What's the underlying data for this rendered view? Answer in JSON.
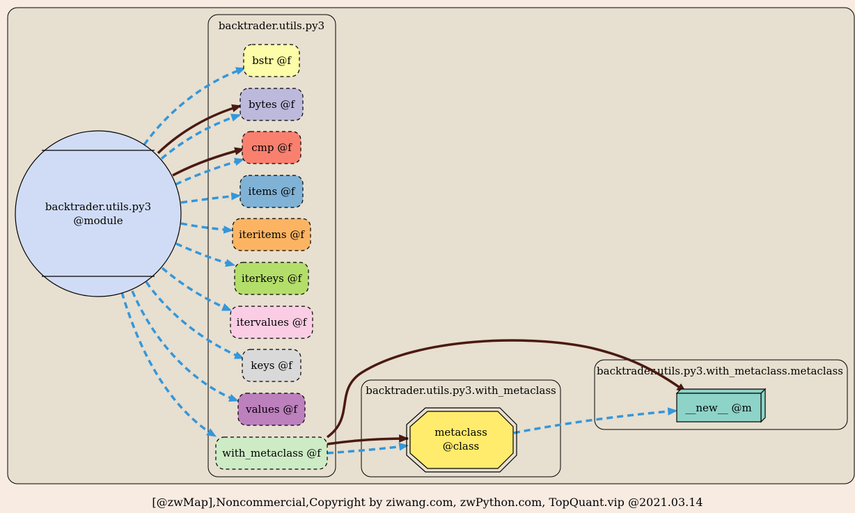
{
  "clusters": {
    "module_cluster": {
      "label": "backtrader.utils.py3"
    },
    "with_metaclass_cluster": {
      "label": "backtrader.utils.py3.with_metaclass"
    },
    "metaclass_cluster": {
      "label": "backtrader.utils.py3.with_metaclass.metaclass"
    }
  },
  "module_node": {
    "line1": "backtrader.utils.py3",
    "line2": "@module",
    "fill": "#d0dcf6"
  },
  "functions": [
    {
      "key": "bstr",
      "label": "bstr @f",
      "fill": "#fdfca8"
    },
    {
      "key": "bytes",
      "label": "bytes @f",
      "fill": "#bcb9dc"
    },
    {
      "key": "cmp",
      "label": "cmp @f",
      "fill": "#f9806f"
    },
    {
      "key": "items",
      "label": "items @f",
      "fill": "#80b2d5"
    },
    {
      "key": "iteritems",
      "label": "iteritems @f",
      "fill": "#fcb462"
    },
    {
      "key": "iterkeys",
      "label": "iterkeys @f",
      "fill": "#b3de69"
    },
    {
      "key": "itervalues",
      "label": "itervalues @f",
      "fill": "#fbcde5"
    },
    {
      "key": "keys",
      "label": "keys @f",
      "fill": "#d9d9d9"
    },
    {
      "key": "values",
      "label": "values @f",
      "fill": "#bc80bd"
    },
    {
      "key": "with_metaclass",
      "label": "with_metaclass @f",
      "fill": "#cdebc5"
    }
  ],
  "metaclass_node": {
    "line1": "metaclass",
    "line2": "@class",
    "fill": "#ffec6c"
  },
  "new_node": {
    "label": "__new__ @m",
    "fill": "#8dd3c7"
  },
  "colors": {
    "canvas": "#f8ebe2",
    "panel": "#e7dfd0",
    "dashed_edge": "#3497da",
    "solid_edge": "#4a1a12"
  },
  "footer": "[@zwMap],Noncommercial,Copyright by ziwang.com, zwPython.com, TopQuant.vip @2021.03.14"
}
